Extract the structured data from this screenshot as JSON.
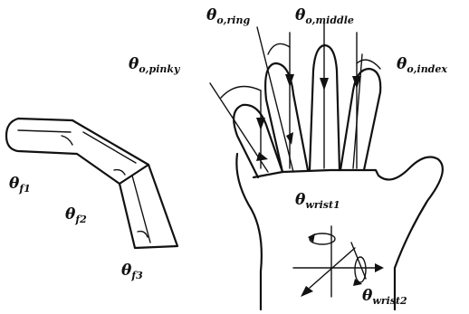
{
  "diagram": {
    "labels": {
      "theta_f1": {
        "symbol": "θ",
        "sub": "f1"
      },
      "theta_f2": {
        "symbol": "θ",
        "sub": "f2"
      },
      "theta_f3": {
        "symbol": "θ",
        "sub": "f3"
      },
      "theta_o_pinky": {
        "symbol": "θ",
        "sub": "o,pinky"
      },
      "theta_o_ring": {
        "symbol": "θ",
        "sub": "o,ring"
      },
      "theta_o_middle": {
        "symbol": "θ",
        "sub": "o,middle"
      },
      "theta_o_index": {
        "symbol": "θ",
        "sub": "o,index"
      },
      "theta_wrist1": {
        "symbol": "θ",
        "sub": "wrist1"
      },
      "theta_wrist2": {
        "symbol": "θ",
        "sub": "wrist2"
      }
    },
    "colors": {
      "ink": "#111111",
      "background": "#ffffff"
    }
  }
}
